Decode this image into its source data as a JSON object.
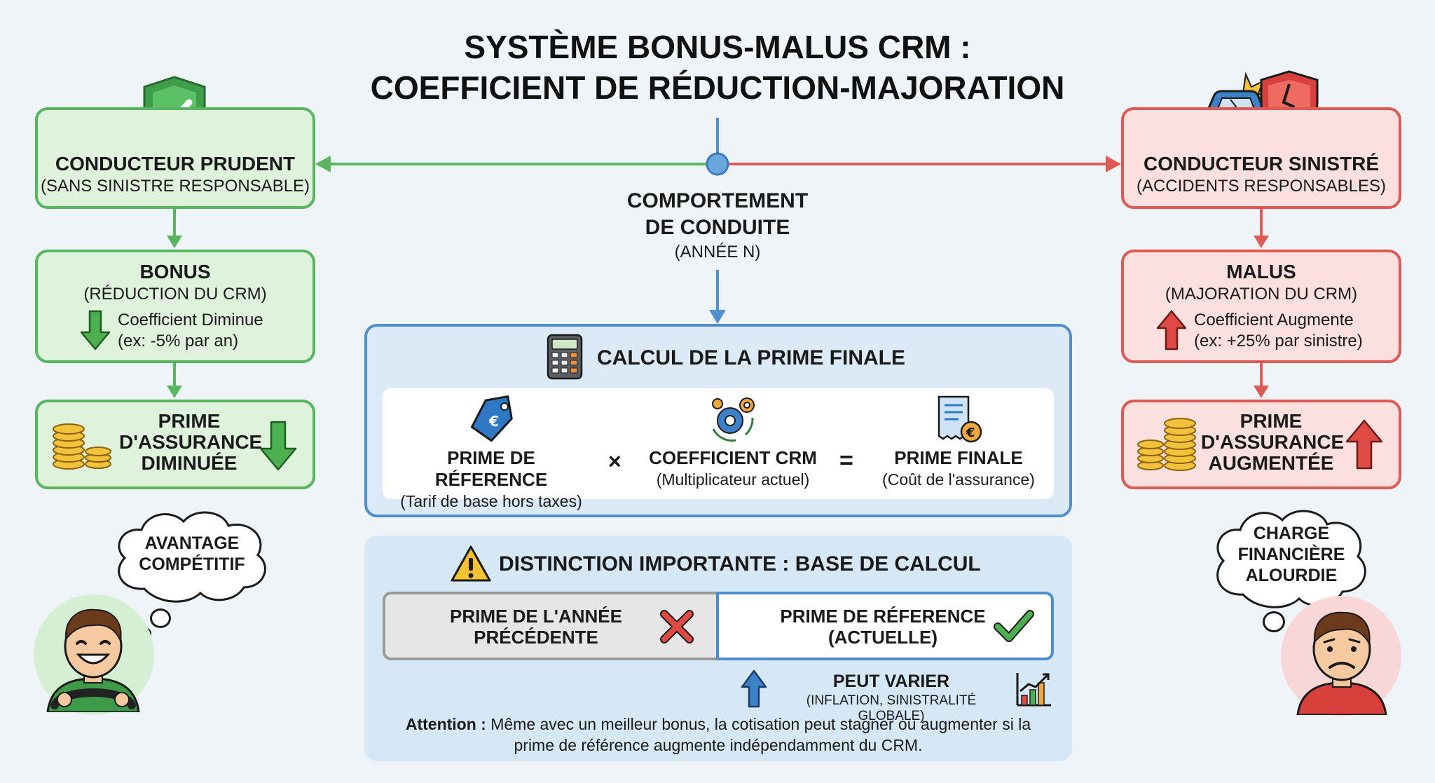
{
  "title": {
    "line1": "SYSTÈME BONUS-MALUS CRM :",
    "line2": "COEFFICIENT DE RÉDUCTION-MAJORATION"
  },
  "center": {
    "line1": "COMPORTEMENT",
    "line2": "DE CONDUITE",
    "line3": "(ANNÉE N)"
  },
  "left": {
    "driver_title": "CONDUCTEUR PRUDENT",
    "driver_sub": "(SANS SINISTRE RESPONSABLE)",
    "bonus_title": "BONUS",
    "bonus_sub": "(RÉDUCTION DU CRM)",
    "bonus_detail1": "Coefficient Diminue",
    "bonus_detail2": "(ex: -5% par an)",
    "prime_line1": "PRIME",
    "prime_line2": "D'ASSURANCE",
    "prime_line3": "DIMINUÉE",
    "thought_line1": "AVANTAGE",
    "thought_line2": "COMPÉTITIF"
  },
  "right": {
    "driver_title": "CONDUCTEUR SINISTRÉ",
    "driver_sub": "(ACCIDENTS RESPONSABLES)",
    "malus_title": "MALUS",
    "malus_sub": "(MAJORATION DU CRM)",
    "malus_detail1": "Coefficient Augmente",
    "malus_detail2": "(ex: +25% par sinistre)",
    "prime_line1": "PRIME",
    "prime_line2": "D'ASSURANCE",
    "prime_line3": "AUGMENTÉE",
    "thought_line1": "CHARGE",
    "thought_line2": "FINANCIÈRE",
    "thought_line3": "ALOURDIE"
  },
  "calc": {
    "title": "CALCUL DE LA PRIME FINALE",
    "term1_title": "PRIME DE RÉFERENCE",
    "term1_sub": "(Tarif de base hors taxes)",
    "op1": "×",
    "term2_title": "COEFFICIENT CRM",
    "term2_sub": "(Multiplicateur actuel)",
    "op2": "=",
    "term3_title": "PRIME FINALE",
    "term3_sub": "(Coût de l'assurance)"
  },
  "distinction": {
    "title": "DISTINCTION IMPORTANTE : BASE DE CALCUL",
    "wrong_line1": "PRIME DE L'ANNÉE",
    "wrong_line2": "PRÉCÉDENTE",
    "right_line1": "PRIME DE RÉFERENCE",
    "right_line2": "(ACTUELLE)",
    "vary_title": "PEUT VARIER",
    "vary_sub": "(INFLATION, SINISTRALITÉ GLOBALE)",
    "note_label": "Attention :",
    "note_line1": " Même avec un meilleur bonus, la cotisation peut stagner ou augmenter si la",
    "note_line2": "prime de référence augmente indépendamment du CRM."
  },
  "colors": {
    "green": "#58b560",
    "red": "#df5a55",
    "blue": "#4f8ed0"
  }
}
